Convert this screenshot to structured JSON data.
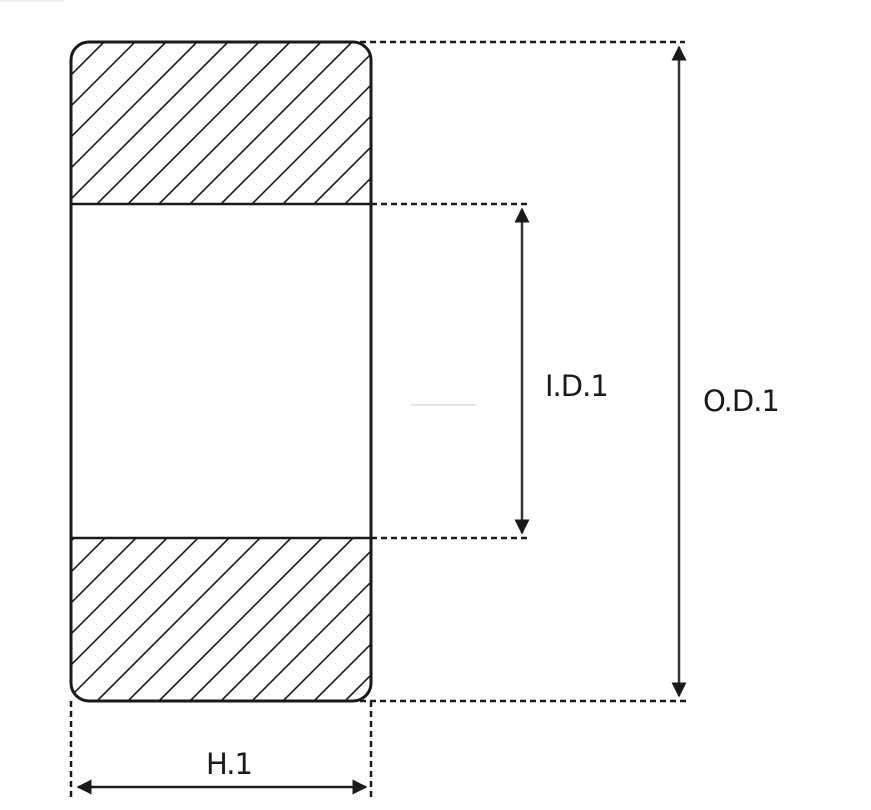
{
  "diagram": {
    "type": "bearing cross-section dimension drawing",
    "labels": {
      "inner_diameter": "I.D.1",
      "outer_diameter": "O.D.1",
      "height": "H.1"
    },
    "colors": {
      "stroke": "#1a1a1a",
      "background": "#ffffff",
      "faint_line": "#d9d9d9"
    }
  }
}
